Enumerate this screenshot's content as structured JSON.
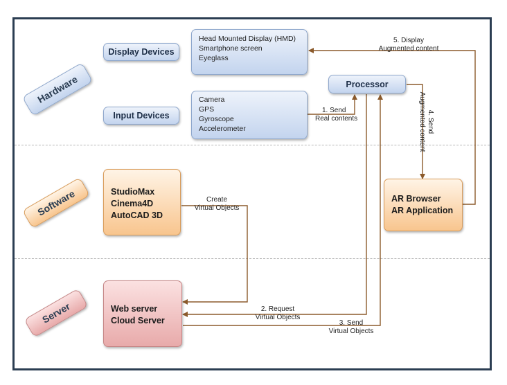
{
  "layers": {
    "hardware": "Hardware",
    "software": "Software",
    "server": "Server"
  },
  "hardware": {
    "display_devices": "Display Devices",
    "display_items": [
      "Head Mounted Display (HMD)",
      "Smartphone screen",
      "Eyeglass"
    ],
    "input_devices": "Input Devices",
    "input_items": [
      "Camera",
      "GPS",
      "Gyroscope",
      "Accelerometer"
    ],
    "processor": "Processor"
  },
  "software": {
    "tools": [
      "StudioMax",
      "Cinema4D",
      "AutoCAD 3D"
    ],
    "ar_app": [
      "AR Browser",
      "AR Application"
    ]
  },
  "server": {
    "items": [
      "Web server",
      "Cloud Server"
    ]
  },
  "arrows": {
    "step1": [
      "1. Send",
      "Real contents"
    ],
    "step2": [
      "2. Request",
      "Virtual Objects"
    ],
    "step3": [
      "3. Send",
      "Virtual Objects"
    ],
    "step4": [
      "4. Send",
      "Augmented content"
    ],
    "step5": [
      "5. Display",
      "Augmented content"
    ],
    "create": [
      "Create",
      "Virtual Objects"
    ]
  },
  "colors": {
    "arrow": "#8b5a2b",
    "frame": "#2b3d52"
  }
}
